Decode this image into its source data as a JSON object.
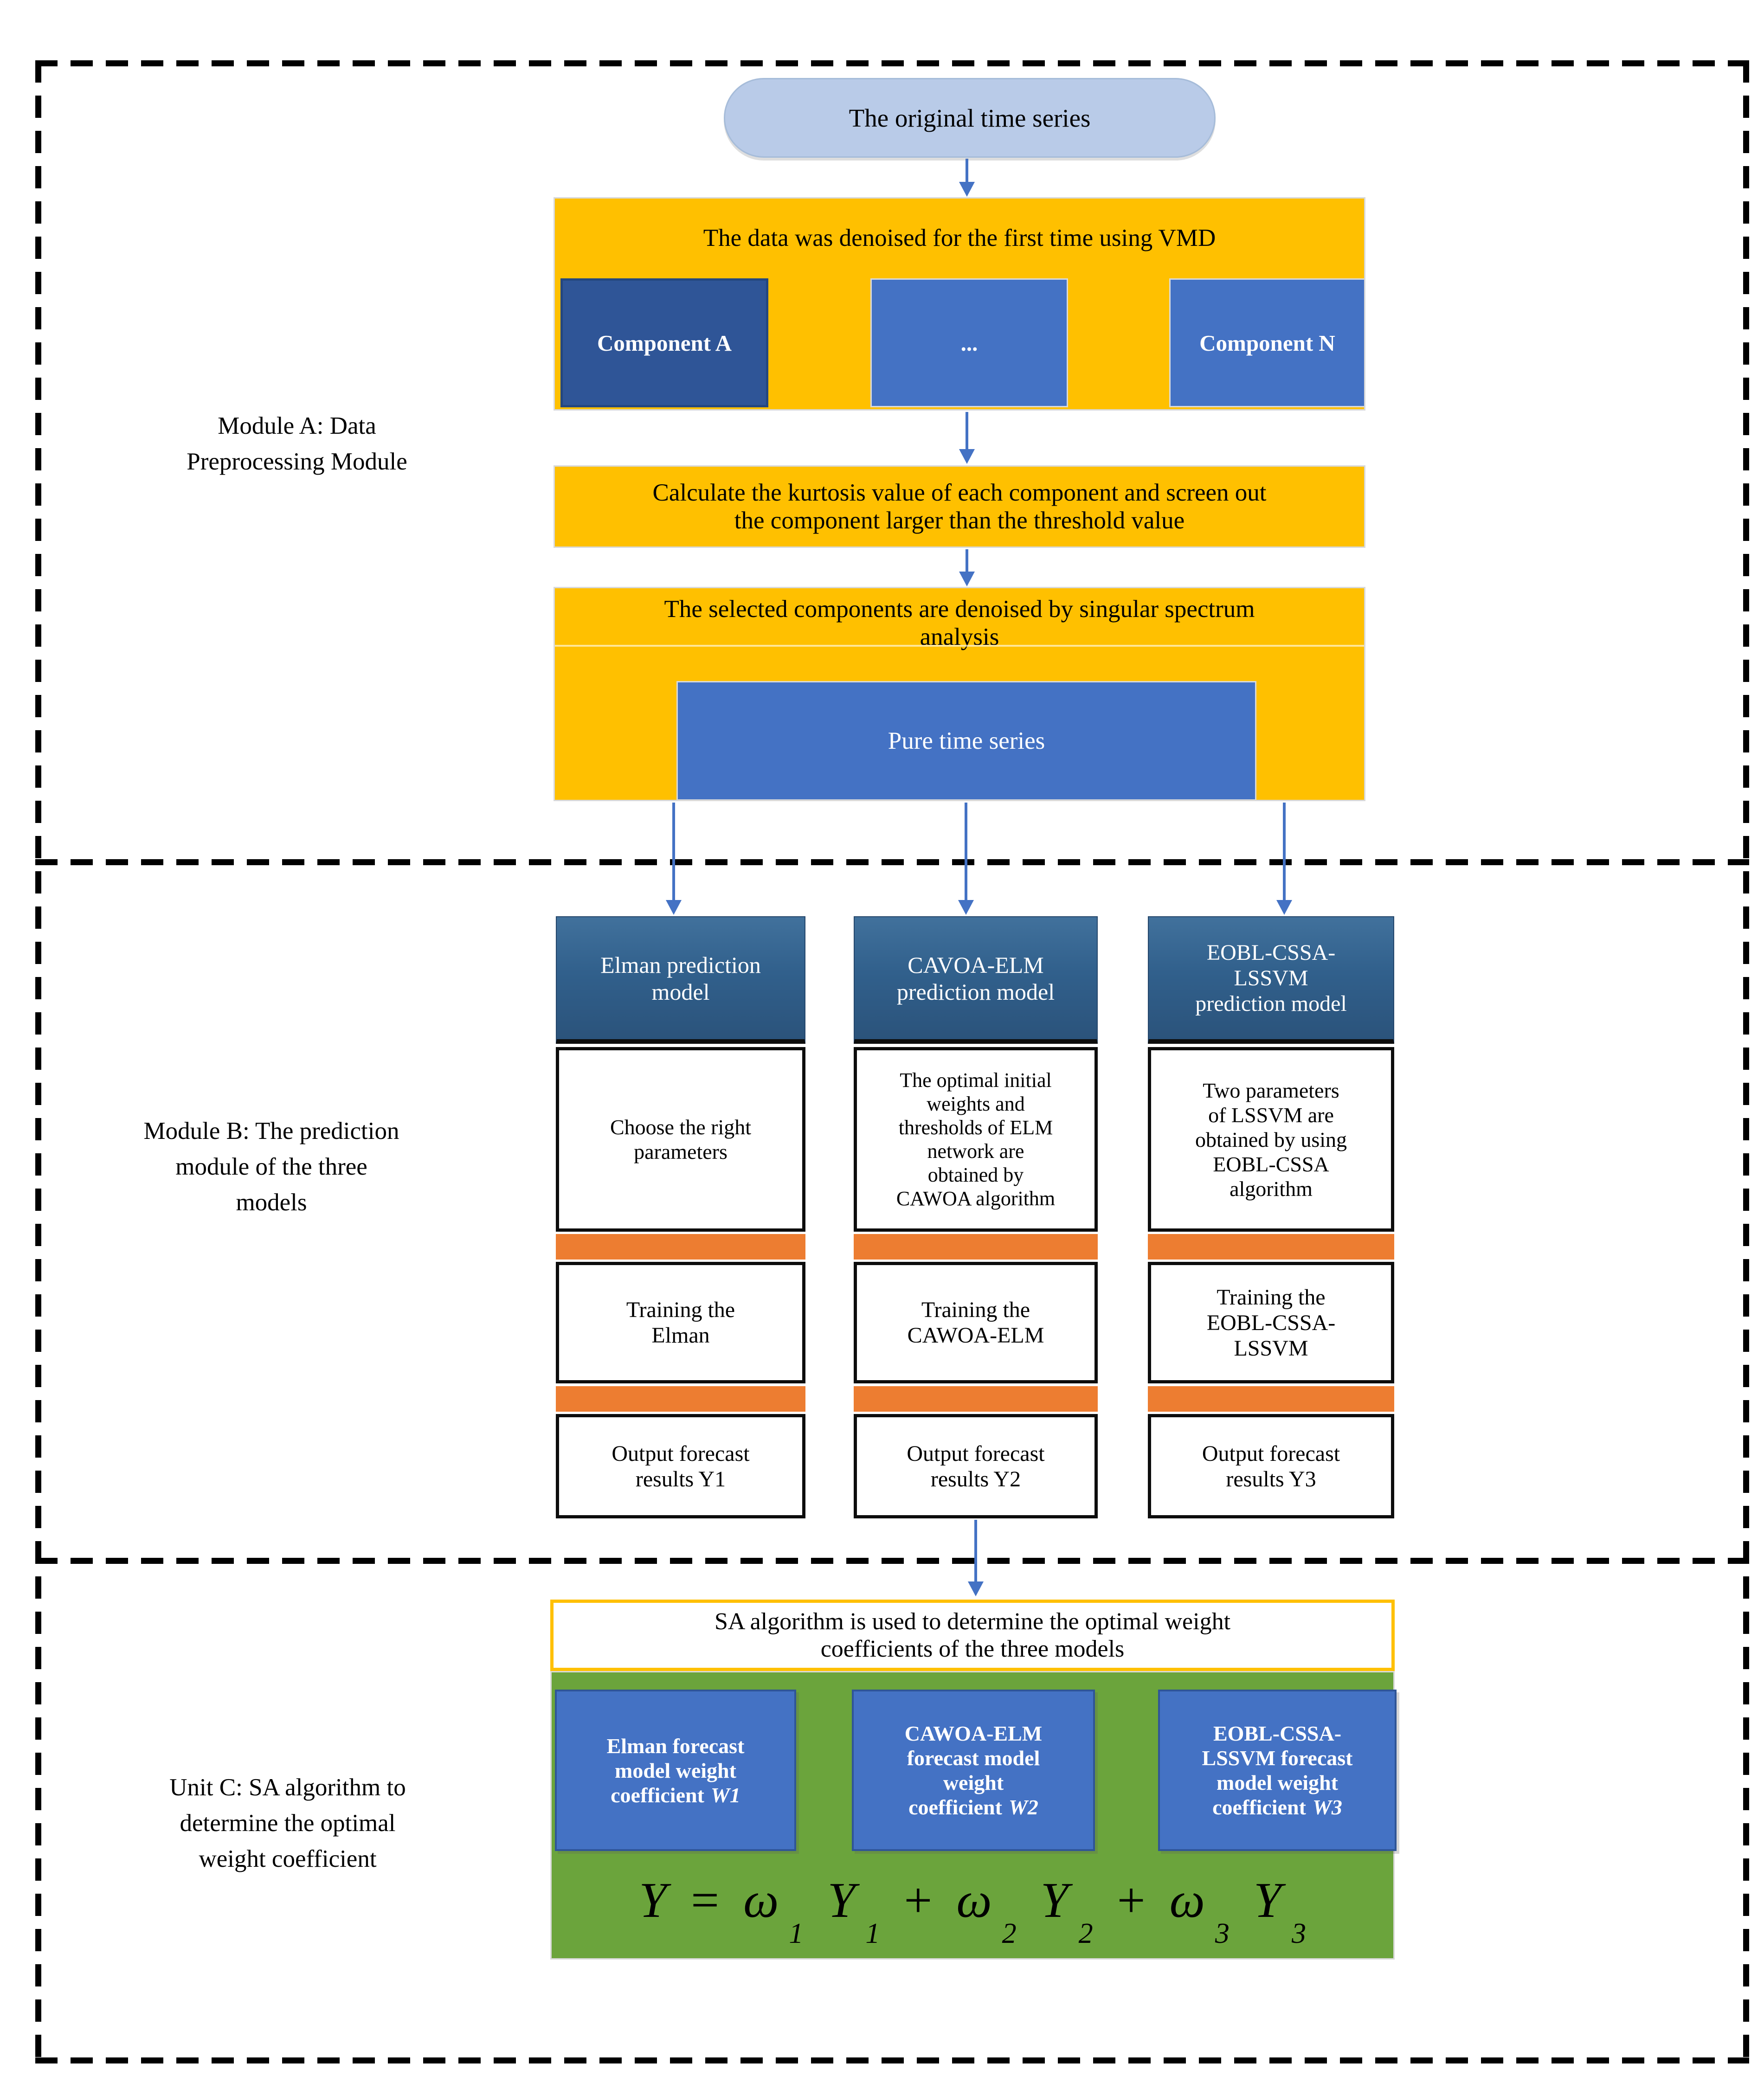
{
  "colors": {
    "yellow": "#FFC000",
    "blue": "#4472C4",
    "dark_blue": "#2F5597",
    "header_blue": "#31608C",
    "orange": "#ED7D31",
    "green": "#6BA43C",
    "pill_blue": "#B9CBE8",
    "arrow_blue": "#4472C4"
  },
  "module_a": {
    "label": "Module A: Data\nPreprocessing Module",
    "pill": "The original time series",
    "vmd_box": "The data was denoised for the first time using VMD",
    "components": [
      "Component A",
      "...",
      "Component N"
    ],
    "kurtosis_box": "Calculate the kurtosis value of each component and screen out\nthe component larger than the threshold value",
    "ssa_box": "The selected components are denoised by singular spectrum\nanalysis",
    "pure_box": "Pure time series"
  },
  "module_b": {
    "label": "Module B: The prediction\nmodule of the three\nmodels",
    "columns": [
      {
        "header": "Elman prediction\nmodel",
        "body": "Choose the right\nparameters",
        "training": "Training the\nElman",
        "output": "Output forecast\nresults Y1"
      },
      {
        "header": "CAVOA-ELM\nprediction model",
        "body": "The optimal initial\nweights and\nthresholds of ELM\nnetwork are\nobtained by\nCAWOA algorithm",
        "training": "Training the\nCAWOA-ELM",
        "output": "Output forecast\nresults Y2"
      },
      {
        "header": "EOBL-CSSA-\nLSSVM\nprediction model",
        "body": "Two parameters\nof LSSVM are\nobtained by using\nEOBL-CSSA\nalgorithm",
        "training": "Training the\nEOBL-CSSA-\nLSSVM",
        "output": "Output forecast\nresults Y3"
      }
    ]
  },
  "module_c": {
    "label": "Unit C: SA algorithm to\ndetermine the optimal\nweight coefficient",
    "sa_box": "SA algorithm is used to determine the optimal weight\ncoefficients of the three models",
    "weight_boxes": [
      {
        "text": "Elman forecast\nmodel weight\ncoefficient",
        "coeff": "W1"
      },
      {
        "text": "CAWOA-ELM\nforecast model\nweight\ncoefficient",
        "coeff": "W2"
      },
      {
        "text": "EOBL-CSSA-\nLSSVM forecast\nmodel weight\ncoefficient",
        "coeff": "W3"
      }
    ],
    "formula": {
      "terms": [
        {
          "base": "Y"
        },
        {
          "op": "="
        },
        {
          "base": "ω",
          "sub": "1"
        },
        {
          "base": "Y",
          "sub": "1"
        },
        {
          "op": "+"
        },
        {
          "base": "ω",
          "sub": "2"
        },
        {
          "base": "Y",
          "sub": "2"
        },
        {
          "op": "+"
        },
        {
          "base": "ω",
          "sub": "3"
        },
        {
          "base": "Y",
          "sub": "3"
        }
      ]
    }
  }
}
